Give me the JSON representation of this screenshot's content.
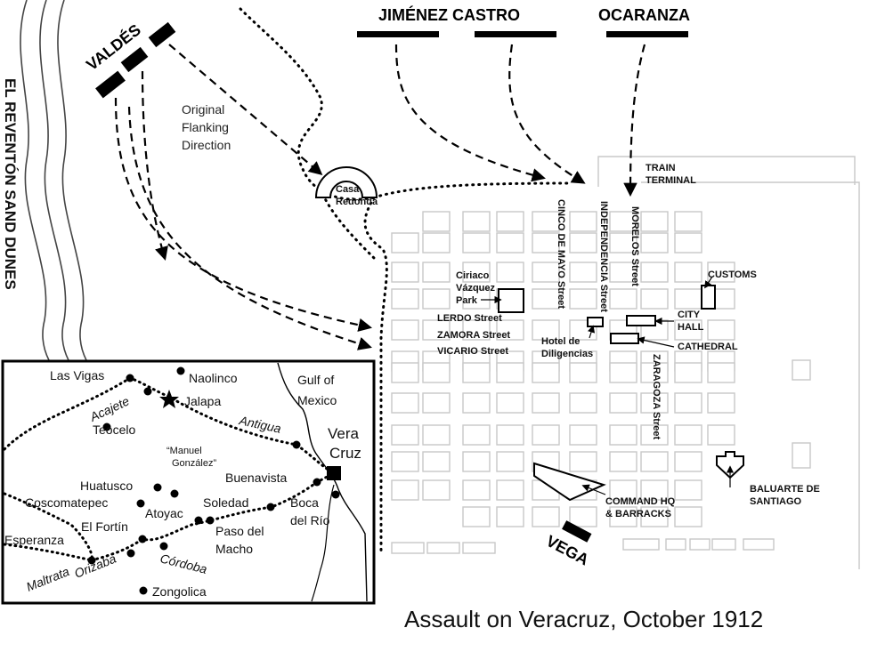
{
  "title": "Assault on Veracruz, October 1912",
  "dunes_label": "EL REVENTÓN SAND DUNES",
  "commanders": {
    "valdes": "VALDÉS",
    "jimenez_castro": "JIMÉNEZ CASTRO",
    "ocaranza": "OCARANZA",
    "vega": "VEGA"
  },
  "annotations": {
    "flanking_1": "Original",
    "flanking_2": "Flanking",
    "flanking_3": "Direction"
  },
  "places": {
    "casa_1": "Casa",
    "casa_2": "Redonda",
    "train_1": "TRAIN",
    "train_2": "TERMINAL",
    "customs": "CUSTOMS",
    "city_hall_1": "CITY",
    "city_hall_2": "HALL",
    "cathedral": "CATHEDRAL",
    "park_1": "Ciriaco",
    "park_2": "Vázquez",
    "park_3": "Park",
    "hotel_1": "Hotel de",
    "hotel_2": "Diligencias",
    "cmd_1": "COMMAND HQ",
    "cmd_2": "& BARRACKS",
    "baluarte_1": "BALUARTE DE",
    "baluarte_2": "SANTIAGO"
  },
  "streets": {
    "cinco": "CINCO DE MAYO Street",
    "independencia": "INDEPENDENCIA Street",
    "morelos": "MORELOS Street",
    "zaragoza": "ZARAGOZA Street",
    "lerdo": "LERDO Street",
    "zamora": "ZAMORA Street",
    "vicario": "VICARIO Street"
  },
  "inset": {
    "gulf_1": "Gulf of",
    "gulf_2": "Mexico",
    "vera_1": "Vera",
    "vera_2": "Cruz",
    "las_vigas": "Las Vigas",
    "naolinco": "Naolinco",
    "jalapa": "Jalapa",
    "acajete": "Acajete",
    "teocelo": "Teocelo",
    "antigua": "Antigua",
    "manuel_1": "“Manuel",
    "manuel_2": "González”",
    "huatusco": "Huatusco",
    "buenavista": "Buenavista",
    "coscomatepec": "Coscomatepec",
    "atoyac": "Atoyac",
    "soledad": "Soledad",
    "boca_1": "Boca",
    "boca_2": "del Río",
    "el_fortin": "El Fortín",
    "paso_1": "Paso del",
    "paso_2": "Macho",
    "esperanza": "Esperanza",
    "maltrata": "Maltrata",
    "orizaba": "Orizaba",
    "cordoba": "Córdoba",
    "zongolica": "Zongolica"
  }
}
